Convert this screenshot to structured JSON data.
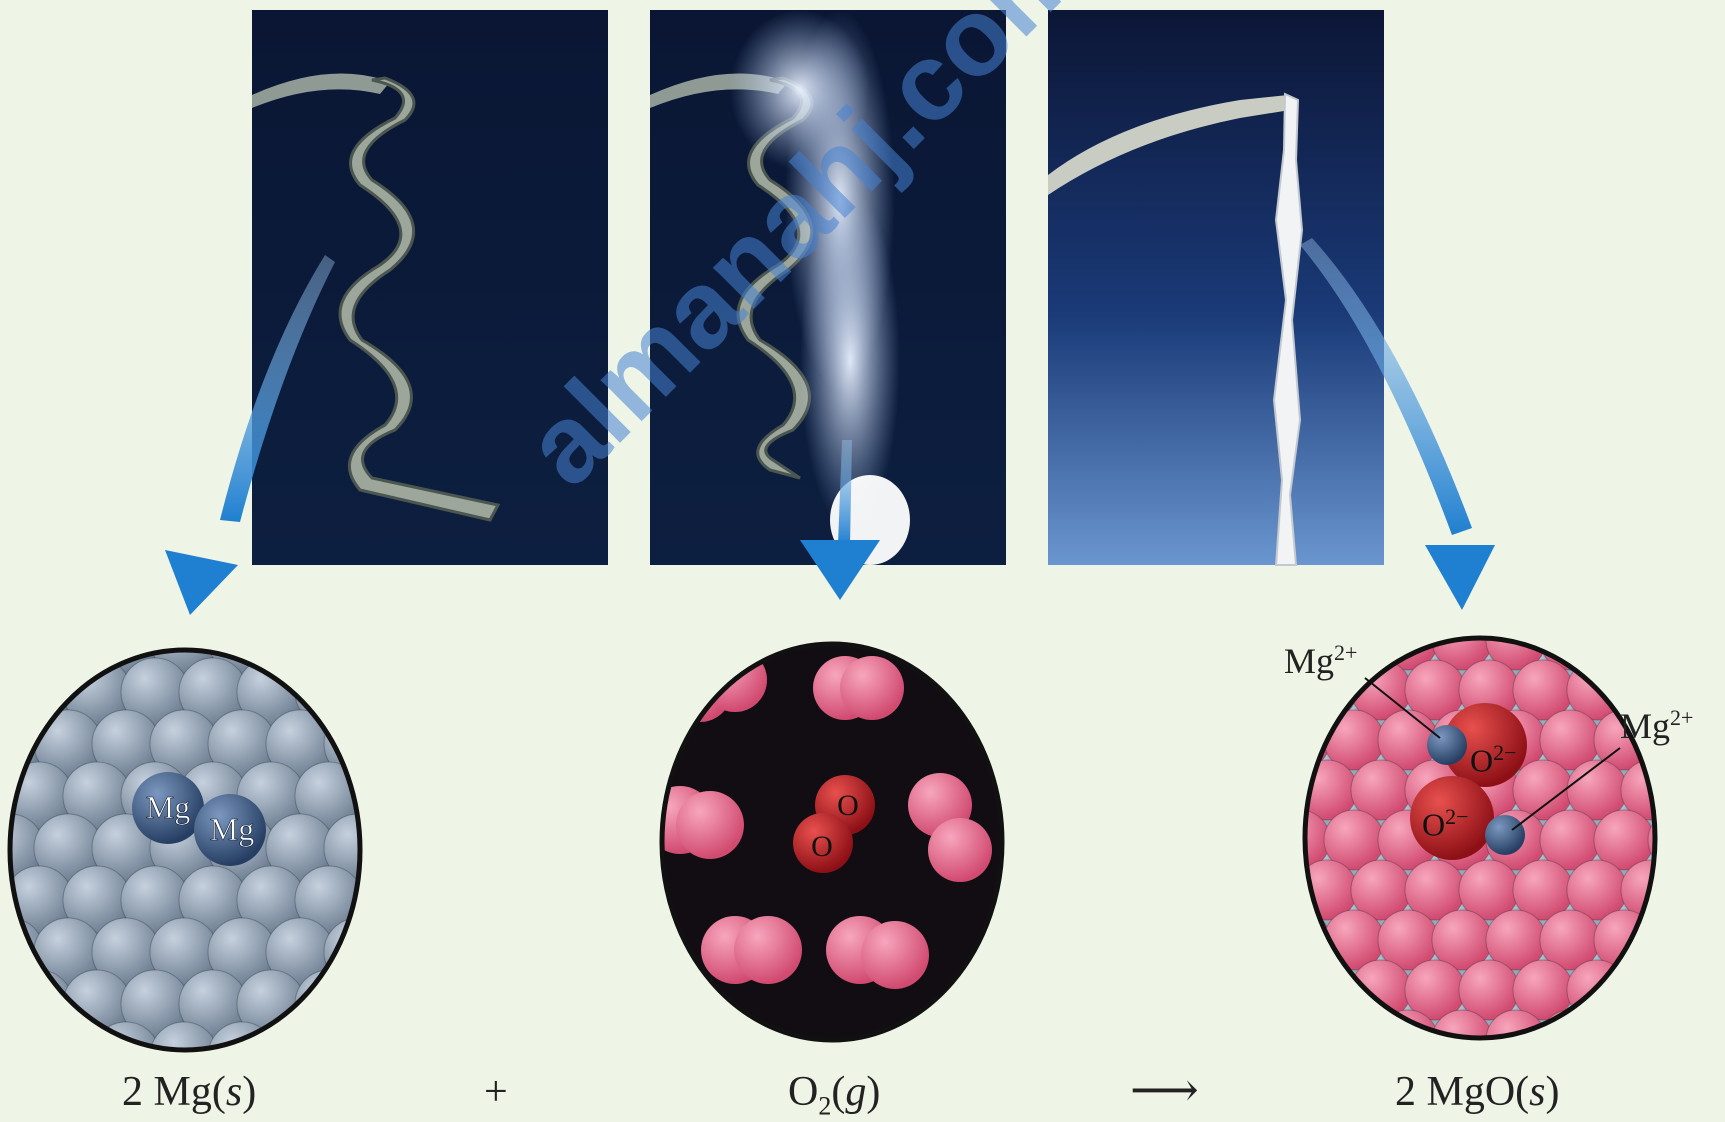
{
  "equation": {
    "mg_coef": "2 Mg(",
    "mg_state": "s",
    "mg_close": ")",
    "plus": "+",
    "o2_base": "O",
    "o2_sub": "2",
    "o2_open": "(",
    "o2_state": "g",
    "o2_close": ")",
    "arrow": "⟶",
    "mgo_coef": "2 MgO(",
    "mgo_state": "s",
    "mgo_close": ")"
  },
  "labels": {
    "mg_atom_1": "Mg",
    "mg_atom_2": "Mg",
    "o_atom_1": "O",
    "o_atom_2": "O",
    "mg_ion_base": "Mg",
    "mg_ion_charge": "2+",
    "o_ion_base": "O",
    "o_ion_charge": "2−"
  },
  "watermark": "almanahj.com/om",
  "colors": {
    "background": "#eef4e6",
    "arrow_blue": "#1f7fd0",
    "mg_gray": "#8a9aac",
    "o_pink": "#e06485",
    "o_red": "#c4212d",
    "photo_dark": "#0b1a3a"
  }
}
